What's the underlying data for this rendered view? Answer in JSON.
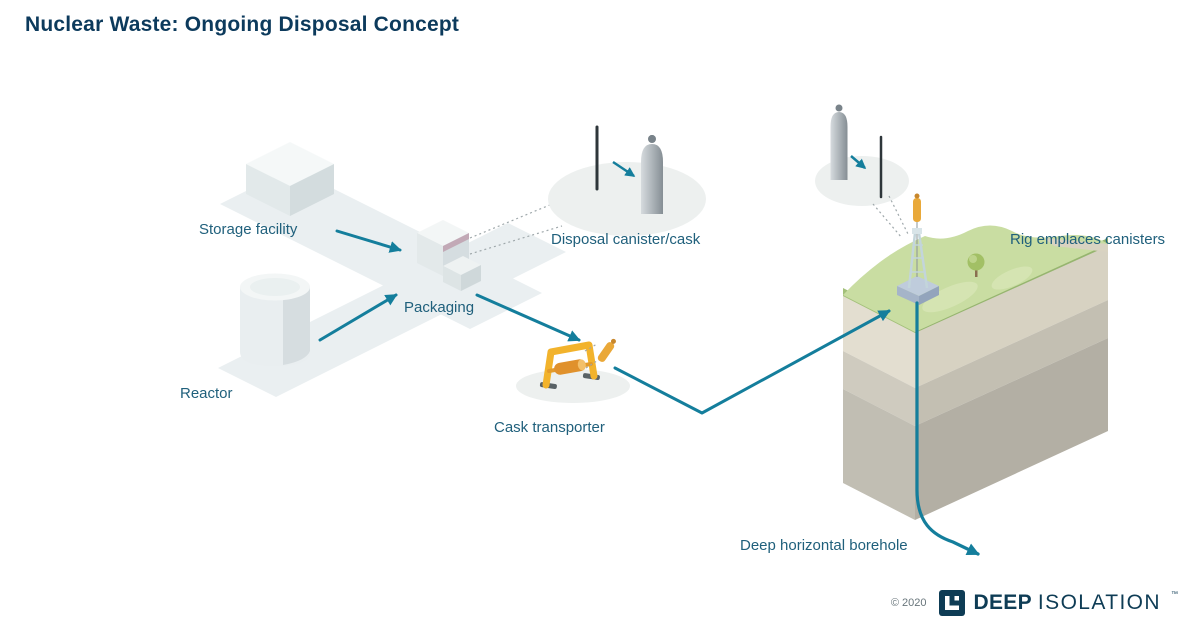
{
  "title": "Nuclear Waste: Ongoing Disposal Concept",
  "diagram": {
    "labels": {
      "storage_facility": "Storage facility",
      "reactor": "Reactor",
      "packaging": "Packaging",
      "disposal_canister": "Disposal canister/cask",
      "cask_transporter": "Cask transporter",
      "rig": "Rig emplaces canisters",
      "borehole": "Deep horizontal borehole"
    },
    "icons": [
      "storage-facility-building-icon",
      "reactor-cylinder-icon",
      "packaging-building-icon",
      "disposal-canister-icon",
      "canister-detail-callout-icon",
      "cask-transporter-icon",
      "drill-rig-icon",
      "earth-cross-section-icon",
      "tree-icon"
    ],
    "colors": {
      "title_text": "#0c3a5c",
      "label_text": "#20607c",
      "arrow": "#147e9c",
      "platform": "#eaeff1",
      "grass": "#c9dda2",
      "strata_beige": "#d7d2c2",
      "strata_gray": "#b3afa4",
      "transporter_yellow": "#f2b32c",
      "canister_gray": "#a8b0b5"
    }
  },
  "footer": {
    "copyright": "© 2020",
    "logo_icon": "deep-isolation-logo-icon",
    "brand": {
      "primary": "DEEP",
      "secondary": "ISOLATION",
      "trademark": "™"
    },
    "brand_color": "#0e3c55"
  }
}
